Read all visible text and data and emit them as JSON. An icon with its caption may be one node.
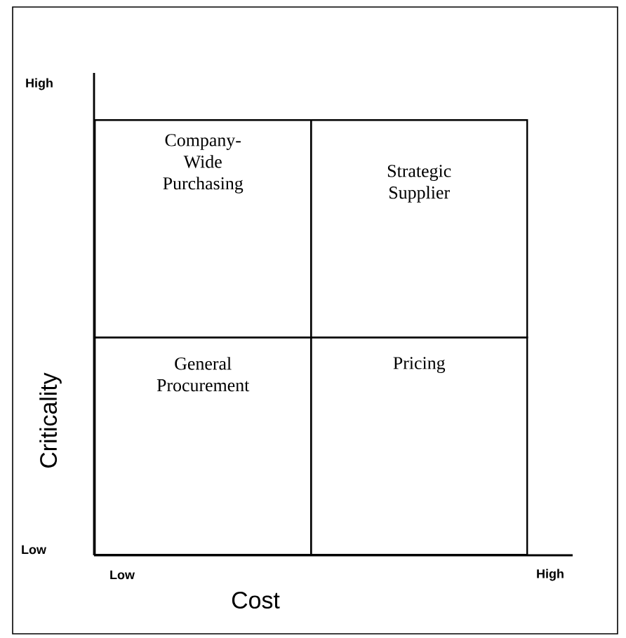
{
  "diagram": {
    "nodes": [
      {
        "text": [
          "Company-Wide Purchasing"
        ]
      },
      {
        "text": [
          "Strategic Supplier"
        ]
      },
      {
        "text": [
          "General Procurement"
        ]
      },
      {
        "text": [
          "Pricing"
        ]
      }
    ],
    "labels": [
      "High",
      "Criticality",
      "Low",
      "Low",
      "High",
      "Cost"
    ]
  }
}
